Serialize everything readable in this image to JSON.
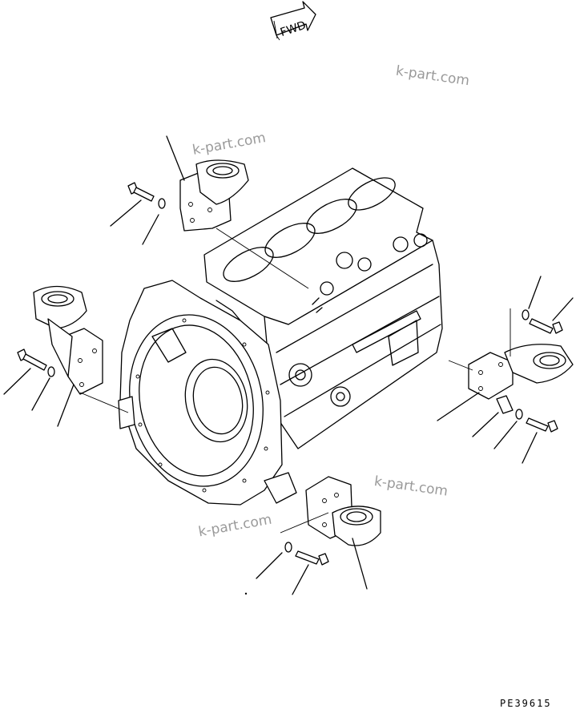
{
  "fwd_label": "FWD",
  "watermarks": [
    "k-part.com",
    "k-part.com",
    "k-part.com",
    "k-part.com"
  ],
  "figure_code": "PE39615"
}
